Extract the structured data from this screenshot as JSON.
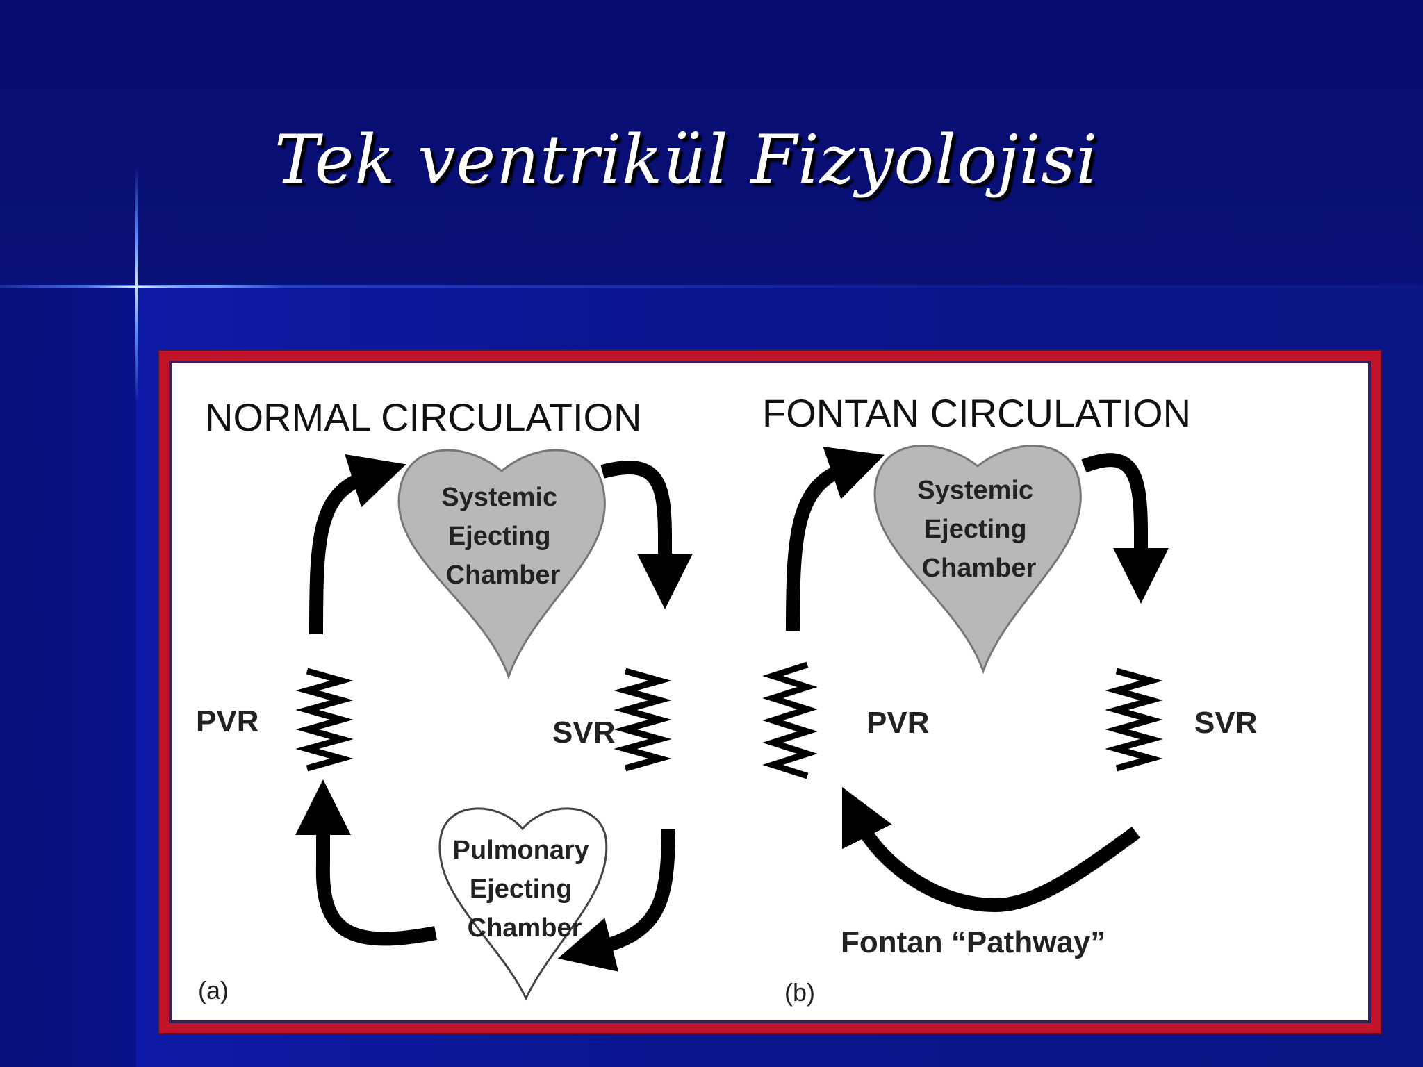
{
  "slide": {
    "title": "Tek ventrikül  Fizyolojisi"
  },
  "diagram": {
    "panel_a": {
      "heading": "NORMAL CIRCULATION",
      "systemic_chamber": [
        "Systemic",
        "Ejecting",
        "Chamber"
      ],
      "pulmonary_chamber": [
        "Pulmonary",
        "Ejecting",
        "Chamber"
      ],
      "pvr_label": "PVR",
      "svr_label": "SVR",
      "panel_label": "(a)"
    },
    "panel_b": {
      "heading": "FONTAN CIRCULATION",
      "systemic_chamber": [
        "Systemic",
        "Ejecting",
        "Chamber"
      ],
      "pvr_label": "PVR",
      "svr_label": "SVR",
      "pathway_label": "Fontan “Pathway”",
      "panel_label": "(b)"
    },
    "colors": {
      "systemic_heart": "#b8b8b8",
      "pulmonary_heart": "#ffffff",
      "frame": "#c0142a"
    }
  }
}
